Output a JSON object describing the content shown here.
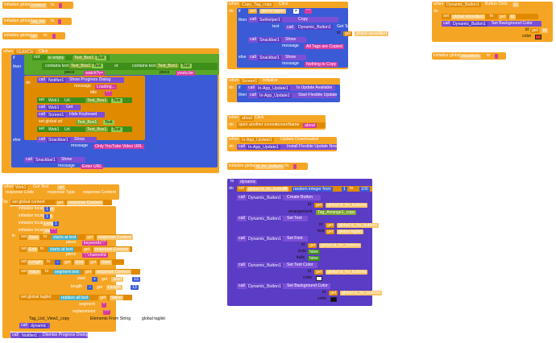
{
  "globals": {
    "content": {
      "kw": "initialize global",
      "name": "content",
      "to": "to",
      "val": " "
    },
    "taglist": {
      "kw": "initialize global",
      "name": "tag_list",
      "to": "to",
      "val": " "
    },
    "url": {
      "kw": "initialize global",
      "name": "url",
      "to": "to",
      "val": " "
    },
    "storedtext": {
      "kw": "initialize global",
      "name": "storedtext",
      "to": "to",
      "val": " "
    },
    "idforbuttons": {
      "kw": "initialize global",
      "name": "id_for_buttons",
      "to": "to",
      "val": " "
    }
  },
  "search": {
    "when": "when",
    "comp": "SEARCH",
    "event": "Click",
    "do": "do",
    "if": "if",
    "not": "not",
    "isempty": "is empty",
    "tb1": "Text_Box1",
    "text": "Text",
    "then": "then",
    "contains": "contains text",
    "or": "or",
    "piece": "piece",
    "watch": "watch?v=",
    "youtube": "youtu.be",
    "do2": "do",
    "call": "call",
    "notifier1": "Notifier1",
    "showprog": "Show Progress Dialog",
    "message": "message",
    "loading": "Loading...",
    "title": "title",
    "set": "set",
    "web1": "Web1",
    "url": "Url",
    "to": "to",
    "webget": "Get",
    "screen1": "Screen1",
    "hidekb": "Hide Keyboard",
    "setglobal": "set global url",
    "else": "else",
    "snackbar1": "Snackbar1",
    "show": "Show",
    "notyt": "Only YouTube Video URL",
    "enterurl": "Enter URL"
  },
  "gottext": {
    "when": "when",
    "comp": "Web1",
    "event": "Got Text",
    "p1": "url",
    "p2": "response Code",
    "p3": "response Type",
    "p4": "response Content",
    "do": "do",
    "setglobal": "set global content",
    "get": "get",
    "respcontent": "response Content",
    "init": "initialize local",
    "start": "Start",
    "end": "End",
    "length": "Length",
    "value": "Value",
    "in": "in",
    "set": "set",
    "startsat": "starts at text",
    "piece": "piece",
    "keywords": "keywords\":\"",
    "channelid": "\",\"channelId",
    "segment": "segment text",
    "startlbl": "start",
    "lengthlbl": "length",
    "replaceall": "replace all text",
    "replacement": "replacement",
    "settaglist": "set global taglist",
    "taglistview": "Tag_List_View1_copy",
    "elemfrom": "Elements From String",
    "globaltag": "global taglist",
    "call": "call",
    "dismiss": "Dismiss Progress Dialog",
    "notifier1": "Notifier1",
    "one": "1",
    "thirteen": "13",
    "quote": "\""
  },
  "copytag": {
    "when": "when",
    "comp": "Copy_Tag_copy",
    "event": "Click",
    "do": "do",
    "if": "if",
    "get": "get",
    "globaltaglist": "global taglist",
    "neq": "≠",
    "then": "then",
    "call": "call",
    "sethelper": "SetHelper1",
    "copy": "Copy",
    "text": "text",
    "dyn": "Dynamic_Button1",
    "gettext": "Get Text",
    "id": "id",
    "globalstoredtext": "global storedtext",
    "snackbar": "Snackbar1",
    "show": "Show",
    "message": "message",
    "alltags": "All Tags are Copied",
    "else": "else",
    "nothing": "Nothing to Copy"
  },
  "screen1": {
    "when": "when",
    "comp": "Screen1",
    "event": "Initialize",
    "do": "do",
    "if": "if",
    "inapp": "In-App_Update1",
    "isavail": "Is Update Available",
    "then": "then",
    "call": "call",
    "startflex": "Start Flexible Update"
  },
  "about": {
    "when": "when",
    "comp": "about",
    "event": "Click",
    "do": "do",
    "open": "open another screen",
    "screenname": "screenName",
    "val": "about"
  },
  "inapp": {
    "when": "when",
    "comp": "In-App_Update1",
    "event": "Update Downloaded",
    "do": "do",
    "call": "call",
    "install": "Install Flexible Update Now"
  },
  "dynclick": {
    "when": "when",
    "comp": "Dynamic_Button1",
    "event": "Button Click",
    "id": "id",
    "do": "do",
    "set": "set",
    "global": "global storedtext",
    "to": "to",
    "get": "get",
    "call": "call",
    "dyn": "Dynamic_Button1",
    "setbg": "Set Background Color",
    "color": "color"
  },
  "procedure": {
    "to": "to",
    "name": "dynamic",
    "do": "do",
    "set": "set",
    "global": "global id_for_buttons",
    "to2": "to",
    "random": "random integer from",
    "from": "1",
    "toword": "to",
    "max": "100",
    "call": "call",
    "dyn": "Dynamic_Button1",
    "create": "Create Button",
    "id": "id",
    "get": "get",
    "arrangement": "arrangement",
    "arr": "Tag_Arrange1_copy",
    "settext": "Set Text",
    "text": "text",
    "globaltag": "global taglist",
    "setfont": "Set Font",
    "bold": "bold",
    "italic": "italic",
    "false": "false",
    "settextcolor": "Set Text Color",
    "color": "color",
    "setbg": "Set Background Color"
  }
}
